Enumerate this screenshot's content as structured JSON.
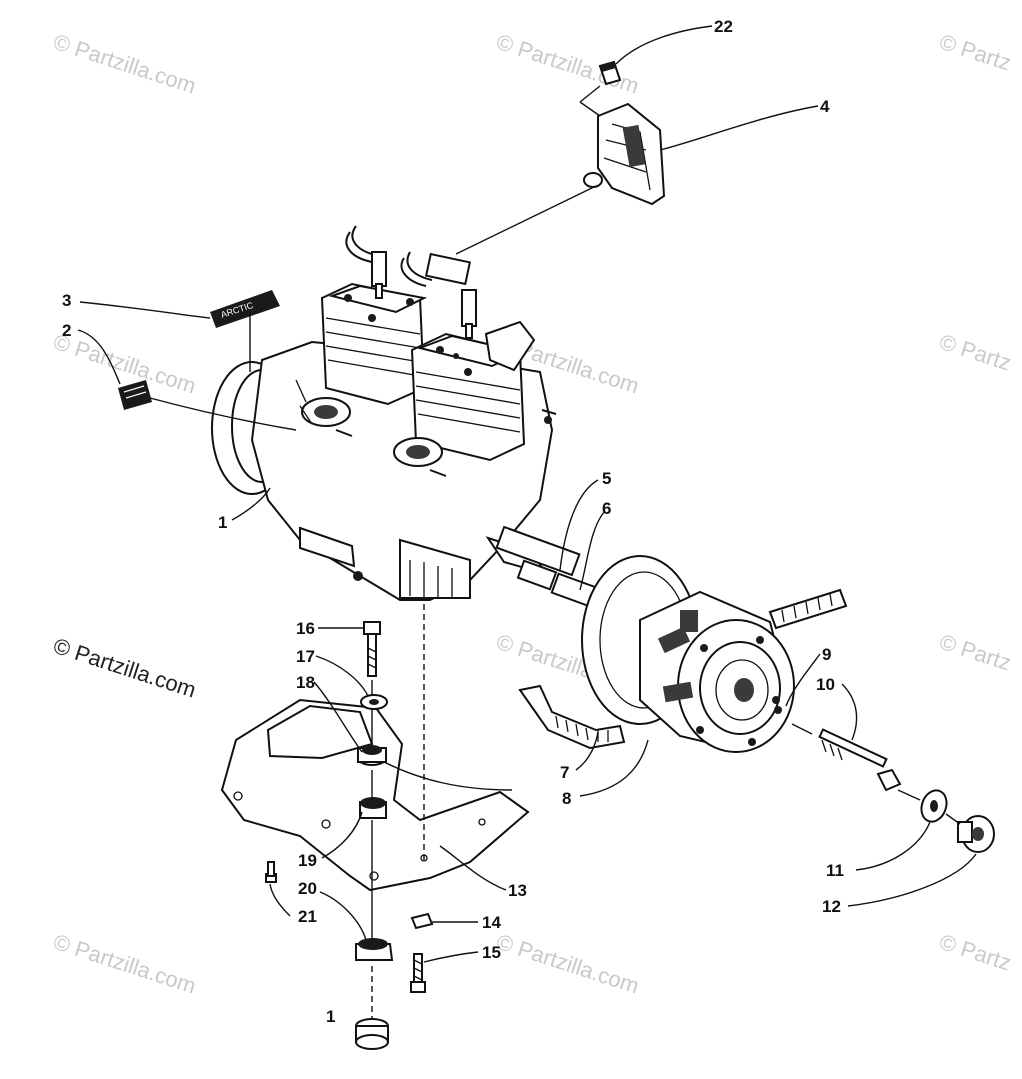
{
  "watermark_text": "© Partzilla.com",
  "watermarks": [
    {
      "id": "wm-top-left",
      "text": "© Partzilla.com"
    },
    {
      "id": "wm-top-center",
      "text": "© Partzilla.com"
    },
    {
      "id": "wm-top-right",
      "text": "© Partz"
    },
    {
      "id": "wm-mid-left",
      "text": "© Partzilla.com"
    },
    {
      "id": "wm-mid-center",
      "text": "© Partzilla.com"
    },
    {
      "id": "wm-mid-right",
      "text": "© Partz"
    },
    {
      "id": "wm-left-strong",
      "text": "© Partzilla.com"
    },
    {
      "id": "wm-lower-center",
      "text": "© Partzilla.com"
    },
    {
      "id": "wm-lower-right",
      "text": "© Partz"
    },
    {
      "id": "wm-bottom-left",
      "text": "© Partzilla.com"
    },
    {
      "id": "wm-bottom-center",
      "text": "© Partzilla.com"
    },
    {
      "id": "wm-bottom-right",
      "text": "© Partz"
    }
  ],
  "callouts": [
    {
      "id": "c22",
      "label": "22"
    },
    {
      "id": "c4",
      "label": "4"
    },
    {
      "id": "c3",
      "label": "3"
    },
    {
      "id": "c2",
      "label": "2"
    },
    {
      "id": "c1a",
      "label": "1"
    },
    {
      "id": "c5",
      "label": "5"
    },
    {
      "id": "c6",
      "label": "6"
    },
    {
      "id": "c16",
      "label": "16"
    },
    {
      "id": "c17",
      "label": "17"
    },
    {
      "id": "c18",
      "label": "18"
    },
    {
      "id": "c9",
      "label": "9"
    },
    {
      "id": "c10",
      "label": "10"
    },
    {
      "id": "c7",
      "label": "7"
    },
    {
      "id": "c8",
      "label": "8"
    },
    {
      "id": "c19",
      "label": "19"
    },
    {
      "id": "c13",
      "label": "13"
    },
    {
      "id": "c20",
      "label": "20"
    },
    {
      "id": "c14",
      "label": "14"
    },
    {
      "id": "c21",
      "label": "21"
    },
    {
      "id": "c15",
      "label": "15"
    },
    {
      "id": "c11",
      "label": "11"
    },
    {
      "id": "c12",
      "label": "12"
    },
    {
      "id": "c1b",
      "label": "1"
    }
  ]
}
